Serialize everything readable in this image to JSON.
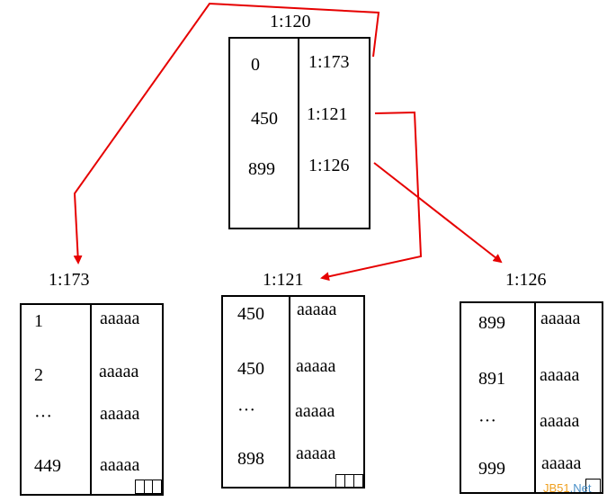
{
  "colors": {
    "arrow": "#e60000",
    "border": "#000000"
  },
  "root": {
    "title": "1:120",
    "keys": [
      "0",
      "450",
      "899"
    ],
    "pointers": [
      "1:173",
      "1:121",
      "1:126"
    ]
  },
  "leaves": [
    {
      "title": "1:173",
      "keys": [
        "1",
        "2",
        "···",
        "449"
      ],
      "values": [
        "aaaaa",
        "aaaaa",
        "aaaaa",
        "aaaaa"
      ]
    },
    {
      "title": "1:121",
      "keys": [
        "450",
        "450",
        "···",
        "898"
      ],
      "values": [
        "aaaaa",
        "aaaaa",
        "aaaaa",
        "aaaaa"
      ]
    },
    {
      "title": "1:126",
      "keys": [
        "899",
        "891",
        "···",
        "999"
      ],
      "values": [
        "aaaaa",
        "aaaaa",
        "aaaaa",
        "aaaaa"
      ]
    }
  ],
  "watermark": {
    "part1": "JB51",
    "part2": ".Net"
  }
}
